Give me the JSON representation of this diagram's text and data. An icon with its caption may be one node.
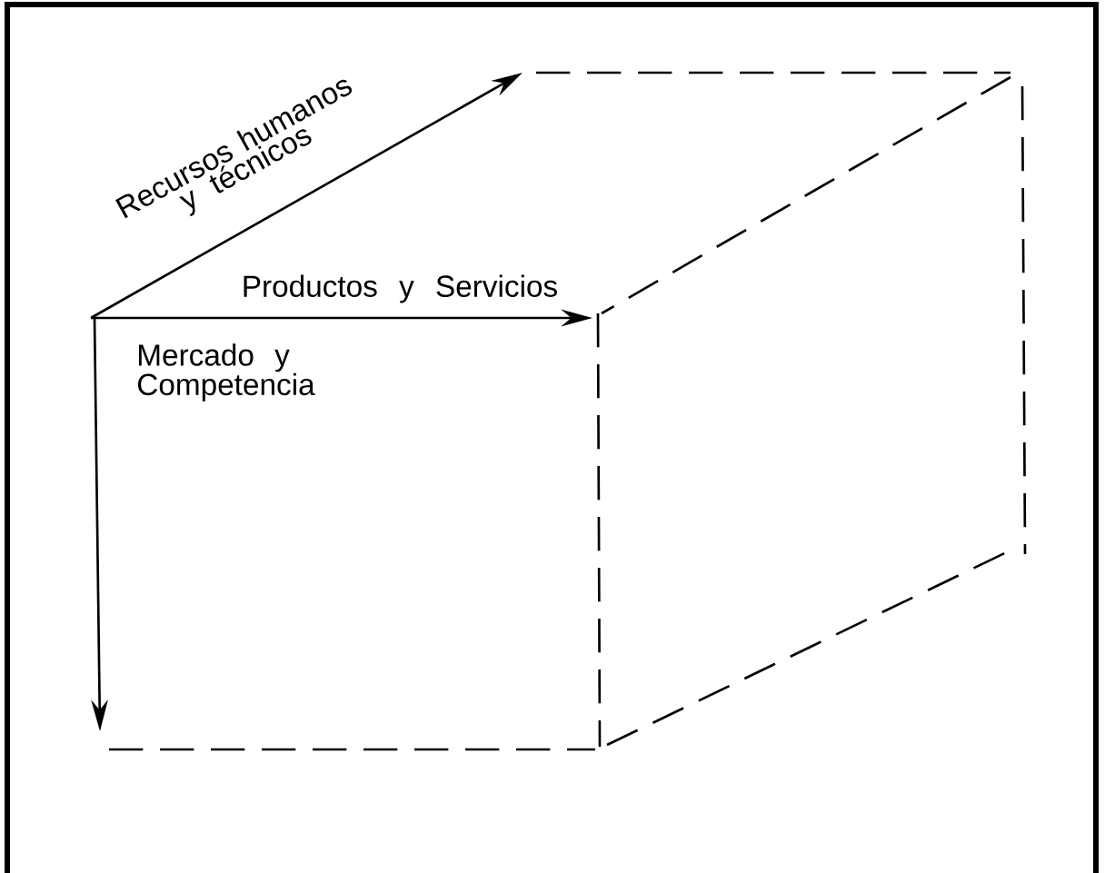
{
  "diagram": {
    "labels": [
      "Recursos humanos y técnicos",
      "Productos y Servicios",
      "Mercado y Competencia"
    ]
  }
}
